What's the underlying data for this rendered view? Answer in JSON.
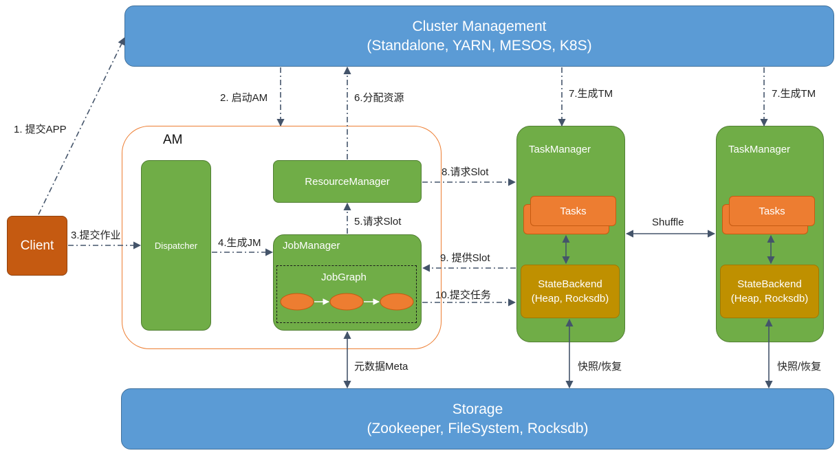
{
  "cluster": {
    "title": "Cluster Management",
    "subtitle": "(Standalone, YARN, MESOS, K8S)"
  },
  "storage": {
    "title": "Storage",
    "subtitle": "(Zookeeper, FileSystem, Rocksdb)"
  },
  "client": "Client",
  "am": {
    "title": "AM",
    "dispatcher": "Dispatcher",
    "resource_manager": "ResourceManager",
    "job_manager": "JobManager",
    "job_graph": "JobGraph"
  },
  "taskmanagers": [
    {
      "title": "TaskManager",
      "tasks": "Tasks",
      "state_backend": "StateBackend",
      "state_backend_sub": "(Heap, Rocksdb)"
    },
    {
      "title": "TaskManager",
      "tasks": "Tasks",
      "state_backend": "StateBackend",
      "state_backend_sub": "(Heap, Rocksdb)"
    }
  ],
  "steps": {
    "s1": "1. 提交APP",
    "s2": "2. 启动AM",
    "s3": "3.提交作业",
    "s4": "4.生成JM",
    "s5": "5.请求Slot",
    "s6": "6.分配资源",
    "s7a": "7.生成TM",
    "s7b": "7.生成TM",
    "s8": "8.请求Slot",
    "s9": "9. 提供Slot",
    "s10": "10.提交任务",
    "shuffle": "Shuffle",
    "meta": "元数据Meta",
    "snapshot1": "快照/恢复",
    "snapshot2": "快照/恢复"
  },
  "colors": {
    "blue": "#5b9bd5",
    "green": "#70ad47",
    "orange": "#ed7d31",
    "gold": "#bf9000",
    "client": "#c55a11",
    "arrow": "#44546a"
  }
}
